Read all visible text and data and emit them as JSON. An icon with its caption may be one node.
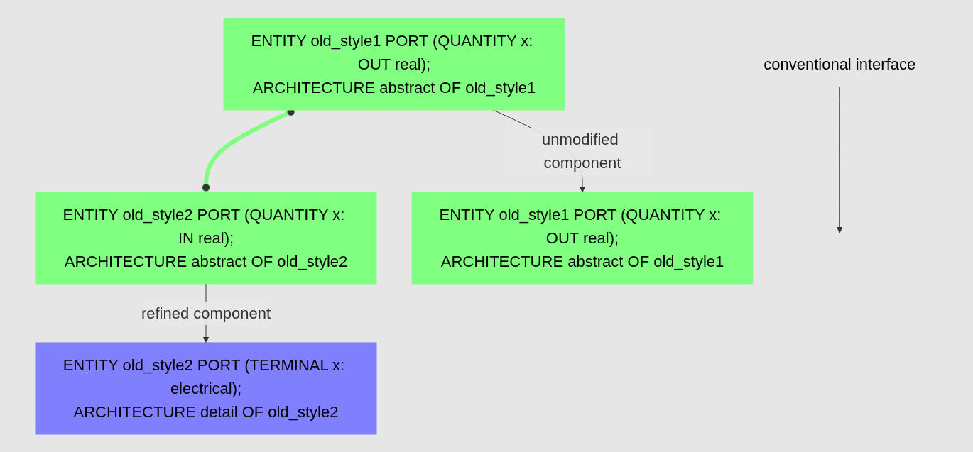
{
  "diagram": {
    "nodes": [
      {
        "text": [
          "ENTITY old_style1 PORT (QUANTITY x: OUT real);",
          "ARCHITECTURE abstract OF old_style1"
        ]
      },
      {
        "text": [
          "ENTITY old_style2 PORT (QUANTITY x: IN real);",
          "ARCHITECTURE abstract OF old_style2"
        ]
      },
      {
        "text": [
          "ENTITY old_style1 PORT (QUANTITY x: OUT real);",
          "ARCHITECTURE abstract OF old_style1"
        ]
      },
      {
        "text": [
          "ENTITY old_style2 PORT (TERMINAL x: electrical);",
          "ARCHITECTURE detail OF old_style2"
        ]
      },
      {
        "text": [
          "conventional interface"
        ]
      }
    ],
    "edges": [
      {
        "from": 0,
        "to": 1,
        "arrow": "other",
        "style": "thick",
        "color": "#80ff80"
      },
      {
        "from": 4,
        "to": null,
        "arrow": "to"
      },
      {
        "from": 0,
        "to": 2,
        "label": "unmodified component",
        "arrow": "to"
      },
      {
        "from": 1,
        "to": 3,
        "label": "refined component",
        "arrow": "to"
      }
    ]
  }
}
